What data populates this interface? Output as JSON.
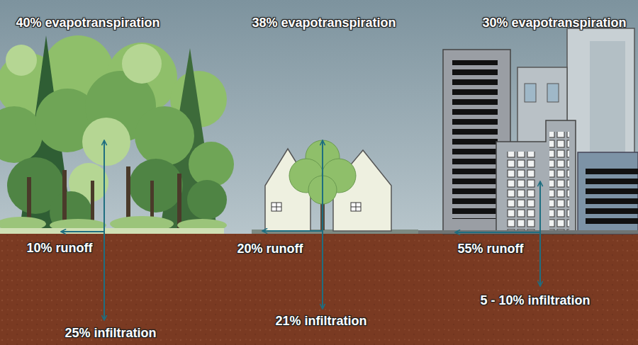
{
  "diagram": {
    "labels": [
      "40% evapotranspiration",
      "38% evapotranspiration",
      "30% evapotranspiration",
      "10% runoff",
      "20% runoff",
      "55% runoff",
      "25% infiltration",
      "21% infiltration",
      "5 - 10% infiltration"
    ]
  }
}
